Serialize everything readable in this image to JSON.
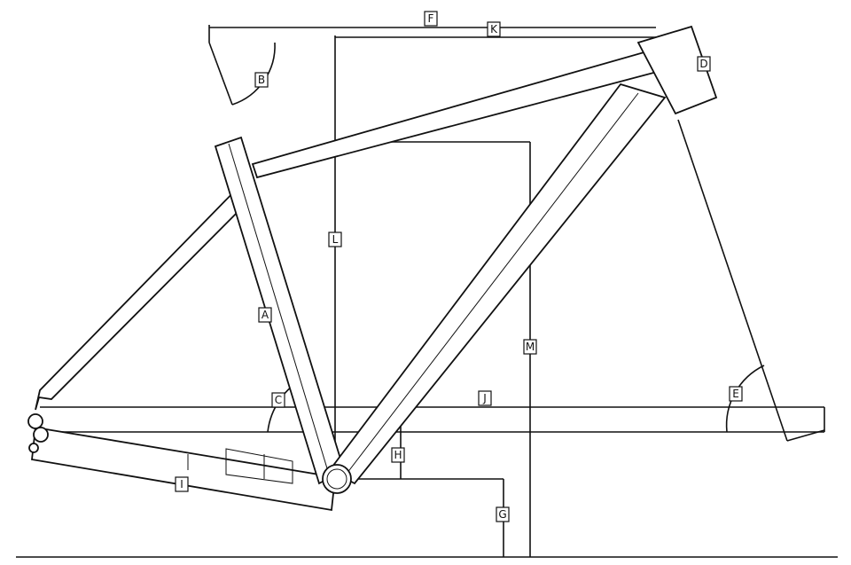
{
  "diagram": {
    "title": "Bicycle frame geometry",
    "labels": {
      "A": "A",
      "B": "B",
      "C": "C",
      "D": "D",
      "E": "E",
      "F": "F",
      "G": "G",
      "H": "H",
      "I": "I",
      "J": "J",
      "K": "K",
      "L": "L",
      "M": "M"
    }
  }
}
